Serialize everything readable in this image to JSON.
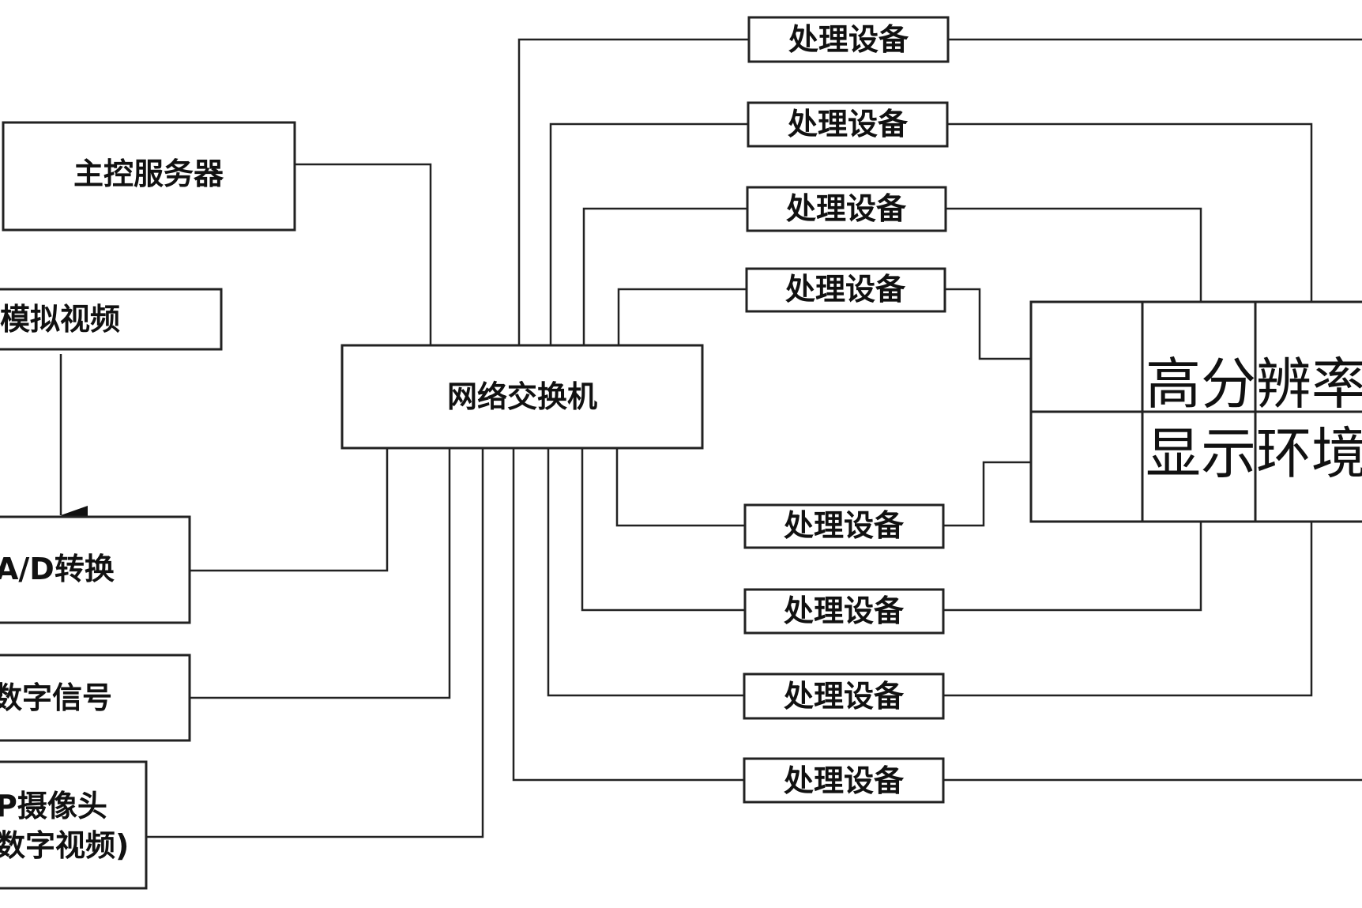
{
  "diagram": {
    "main_server": "主控服务器",
    "analog_video": "模拟视频",
    "ad_convert": "A/D转换",
    "digital_signal": "数字信号",
    "ip_camera_line1": "P摄像头",
    "ip_camera_line2": "数字视频)",
    "network_switch": "网络交换机",
    "processing_devices": [
      "处理设备",
      "处理设备",
      "处理设备",
      "处理设备",
      "处理设备",
      "处理设备",
      "处理设备",
      "处理设备"
    ],
    "display_line1": "高分辨率",
    "display_line2": "显示环境"
  },
  "colors": {
    "line": "#222222",
    "box_fill": "#ffffff",
    "text": "#111111"
  }
}
